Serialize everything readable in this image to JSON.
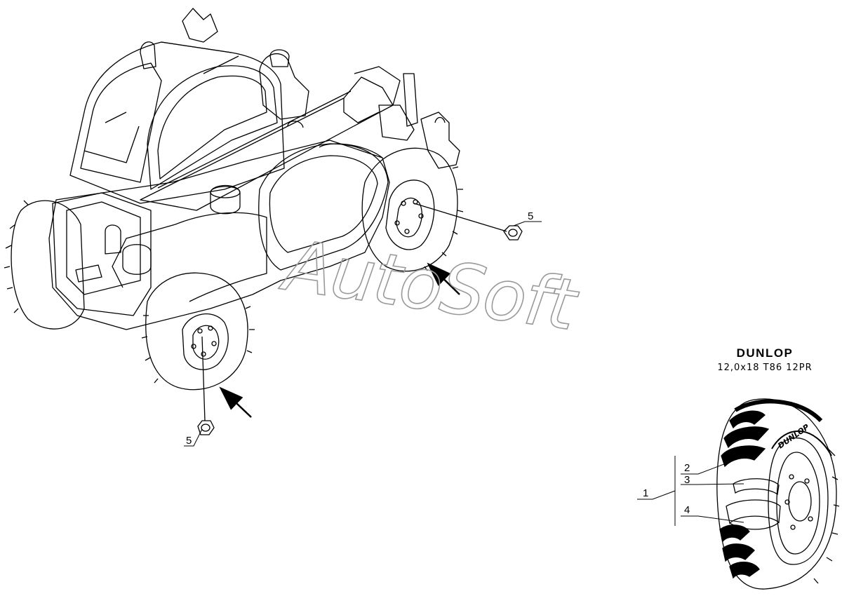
{
  "tire_info": {
    "brand": "DUNLOP",
    "size": "12,0x18 T86 12PR"
  },
  "callouts": [
    {
      "id": "callout-1",
      "label": "1"
    },
    {
      "id": "callout-2",
      "label": "2"
    },
    {
      "id": "callout-3",
      "label": "3"
    },
    {
      "id": "callout-4",
      "label": "4"
    },
    {
      "id": "callout-5-upper",
      "label": "5"
    },
    {
      "id": "callout-5-lower",
      "label": "5"
    }
  ],
  "watermark": "AutoSoft",
  "colors": {
    "line": "#000000",
    "watermark": "#9a9a9a",
    "background": "#ffffff"
  }
}
